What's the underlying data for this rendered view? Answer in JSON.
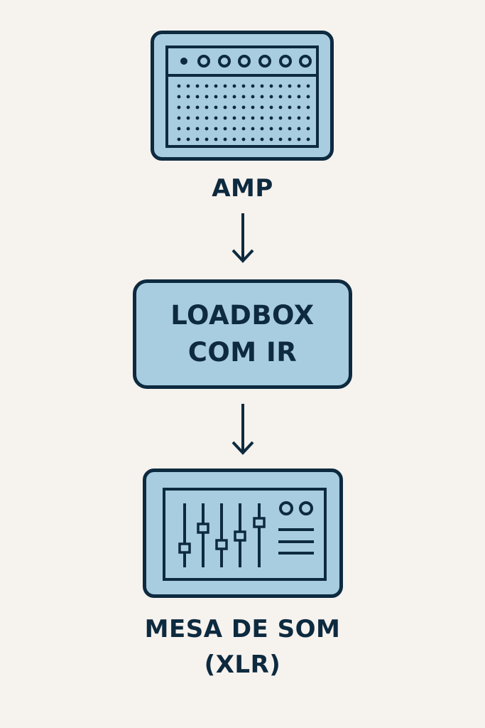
{
  "diagram": {
    "nodes": {
      "amp": {
        "label": "AMP",
        "icon": "amplifier-icon"
      },
      "loadbox": {
        "line1": "LOADBOX",
        "line2": "COM IR"
      },
      "mixer": {
        "line1": "MESA DE SOM",
        "line2": "(XLR)",
        "icon": "mixing-console-icon"
      }
    },
    "edges": [
      {
        "from": "amp",
        "to": "loadbox"
      },
      {
        "from": "loadbox",
        "to": "mixer"
      }
    ]
  },
  "colors": {
    "background": "#f6f2ee",
    "fill": "#a9cde0",
    "stroke": "#0d2a3f"
  }
}
